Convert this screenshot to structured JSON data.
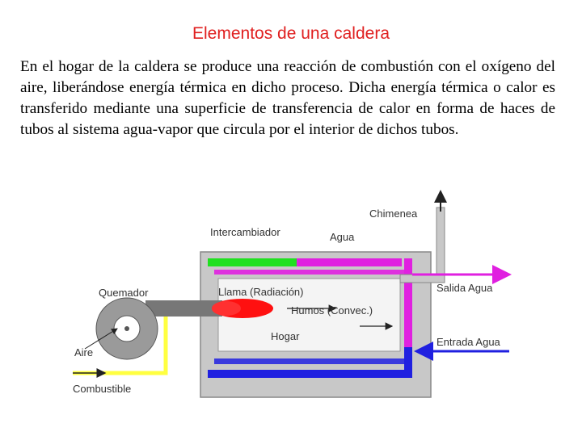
{
  "slide": {
    "title": "Elementos de una caldera",
    "paragraph": "En el hogar de la caldera se produce una reacción de combustión con el oxígeno del aire,  liberándose energía térmica en dicho proceso. Dicha energía térmica o calor es transferido mediante una superficie de transferencia de calor en forma de haces de tubos al sistema agua-vapor que circula por el interior de dichos tubos."
  },
  "diagram": {
    "labels": {
      "chimenea": "Chimenea",
      "intercambiador": "Intercambiador",
      "agua": "Agua",
      "quemador": "Quemador",
      "llama": "Llama (Radiación)",
      "humos": "Humos (Convec.)",
      "hogar": "Hogar",
      "salida_agua": "Salida Agua",
      "entrada_agua": "Entrada Agua",
      "aire": "Aire",
      "combustible": "Combustible"
    },
    "colors": {
      "hot_water": "#e020e0",
      "cold_water": "#2020e0",
      "exchanger": "#20e020",
      "fuel": "#ffff40",
      "flame": "#ff1010",
      "shell": "#c8c8c8"
    }
  }
}
